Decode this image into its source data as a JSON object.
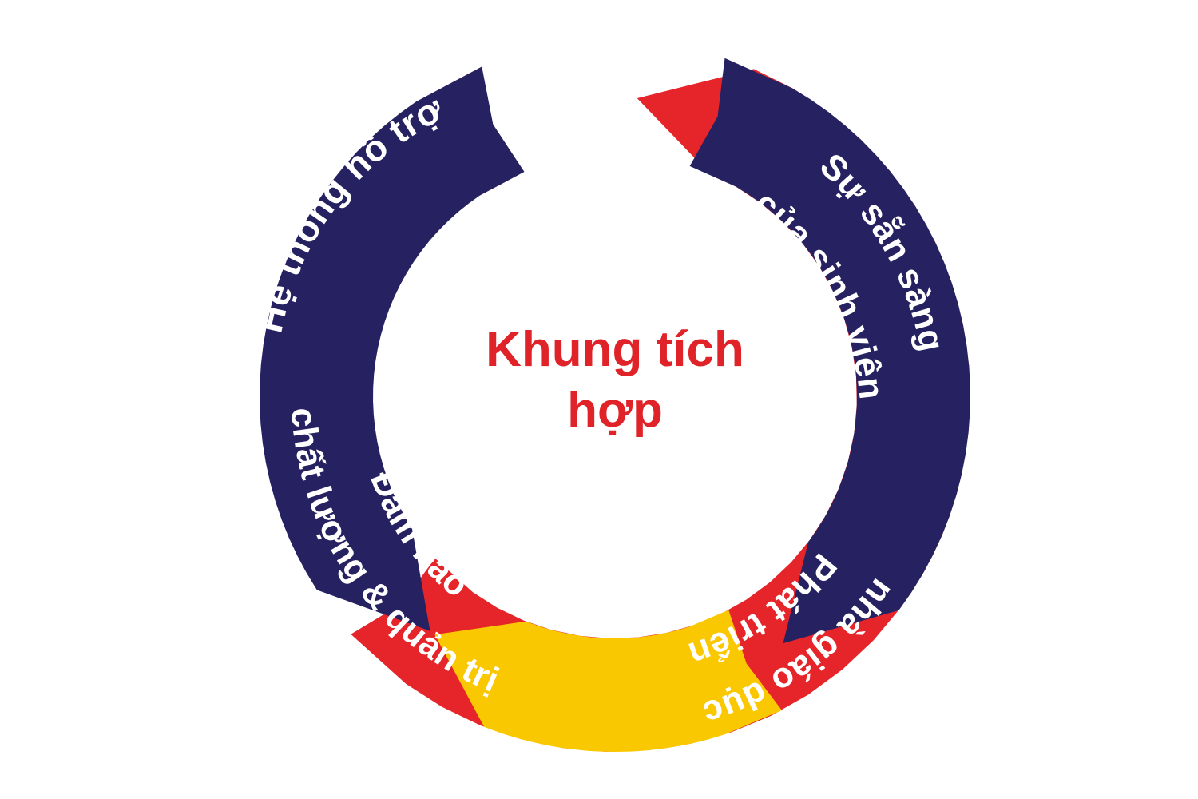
{
  "diagram": {
    "type": "circular-cycle",
    "center_label": "Khung tích\nhợp",
    "center_color": "#E02229",
    "background": "#ffffff",
    "direction": "counter-clockwise",
    "segments": [
      {
        "id": "support-system",
        "label": "Hệ thống hỗ trợ",
        "line1": "Hệ thống hỗ trợ",
        "line2": "",
        "color": "#E52529",
        "text_color": "#ffffff",
        "position": "top-left"
      },
      {
        "id": "student-readiness",
        "label": "Sự sẵn sàng của sinh viên",
        "line1": "Sự sẵn sàng",
        "line2": "của sinh viên",
        "color": "#262262",
        "text_color": "#ffffff",
        "position": "right"
      },
      {
        "id": "educator-development",
        "label": "Phát triển nhà giáo dục",
        "line1": "Phát triển",
        "line2": "nhà giáo dục",
        "color": "#FAC800",
        "text_color": "#ffffff",
        "position": "bottom-right"
      },
      {
        "id": "quality-governance",
        "label": "Đảm bảo chất lượng & quản trị",
        "line1": "Đảm bảo",
        "line2": "chất lượng & quản trị",
        "color": "#262262",
        "text_color": "#ffffff",
        "position": "left"
      }
    ]
  }
}
